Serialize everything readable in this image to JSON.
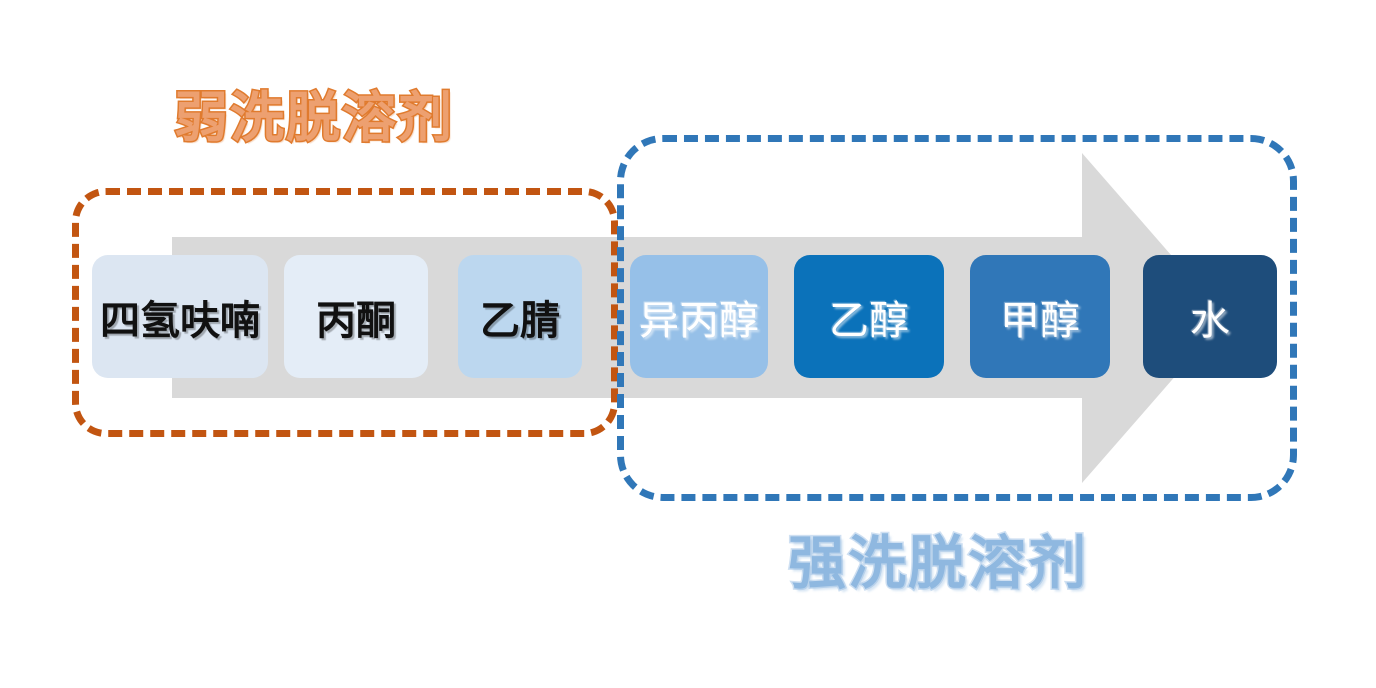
{
  "diagram": {
    "title_weak": "弱洗脱溶剂",
    "title_strong": "强洗脱溶剂",
    "arrow": {
      "name": "elution-strength-arrow",
      "direction": "left-to-right",
      "color": "#d9d9d9"
    },
    "groups": [
      {
        "id": "weak",
        "label": "弱洗脱溶剂",
        "border_color": "#c25511",
        "title_fill": "#eda070",
        "title_outline": "#e07b2e"
      },
      {
        "id": "strong",
        "label": "强洗脱溶剂",
        "border_color": "#3077b8",
        "title_fill": "#8fb8e0",
        "title_outline": "#cfe0f2"
      }
    ],
    "solvents": [
      {
        "label": "四氢呋喃",
        "group": "weak",
        "fill": "#dce6f2",
        "text": "#111111"
      },
      {
        "label": "丙酮",
        "group": "weak",
        "fill": "#e4edf7",
        "text": "#111111"
      },
      {
        "label": "乙腈",
        "group": "weak",
        "fill": "#bcd7ef",
        "text": "#111111"
      },
      {
        "label": "异丙醇",
        "group": "strong",
        "fill": "#96c0e8",
        "text": "#ffffff"
      },
      {
        "label": "乙醇",
        "group": "strong",
        "fill": "#0b72ba",
        "text": "#ffffff"
      },
      {
        "label": "甲醇",
        "group": "strong",
        "fill": "#3077b8",
        "text": "#ffffff"
      },
      {
        "label": "水",
        "group": "strong",
        "fill": "#1e4d7b",
        "text": "#ffffff"
      }
    ]
  }
}
